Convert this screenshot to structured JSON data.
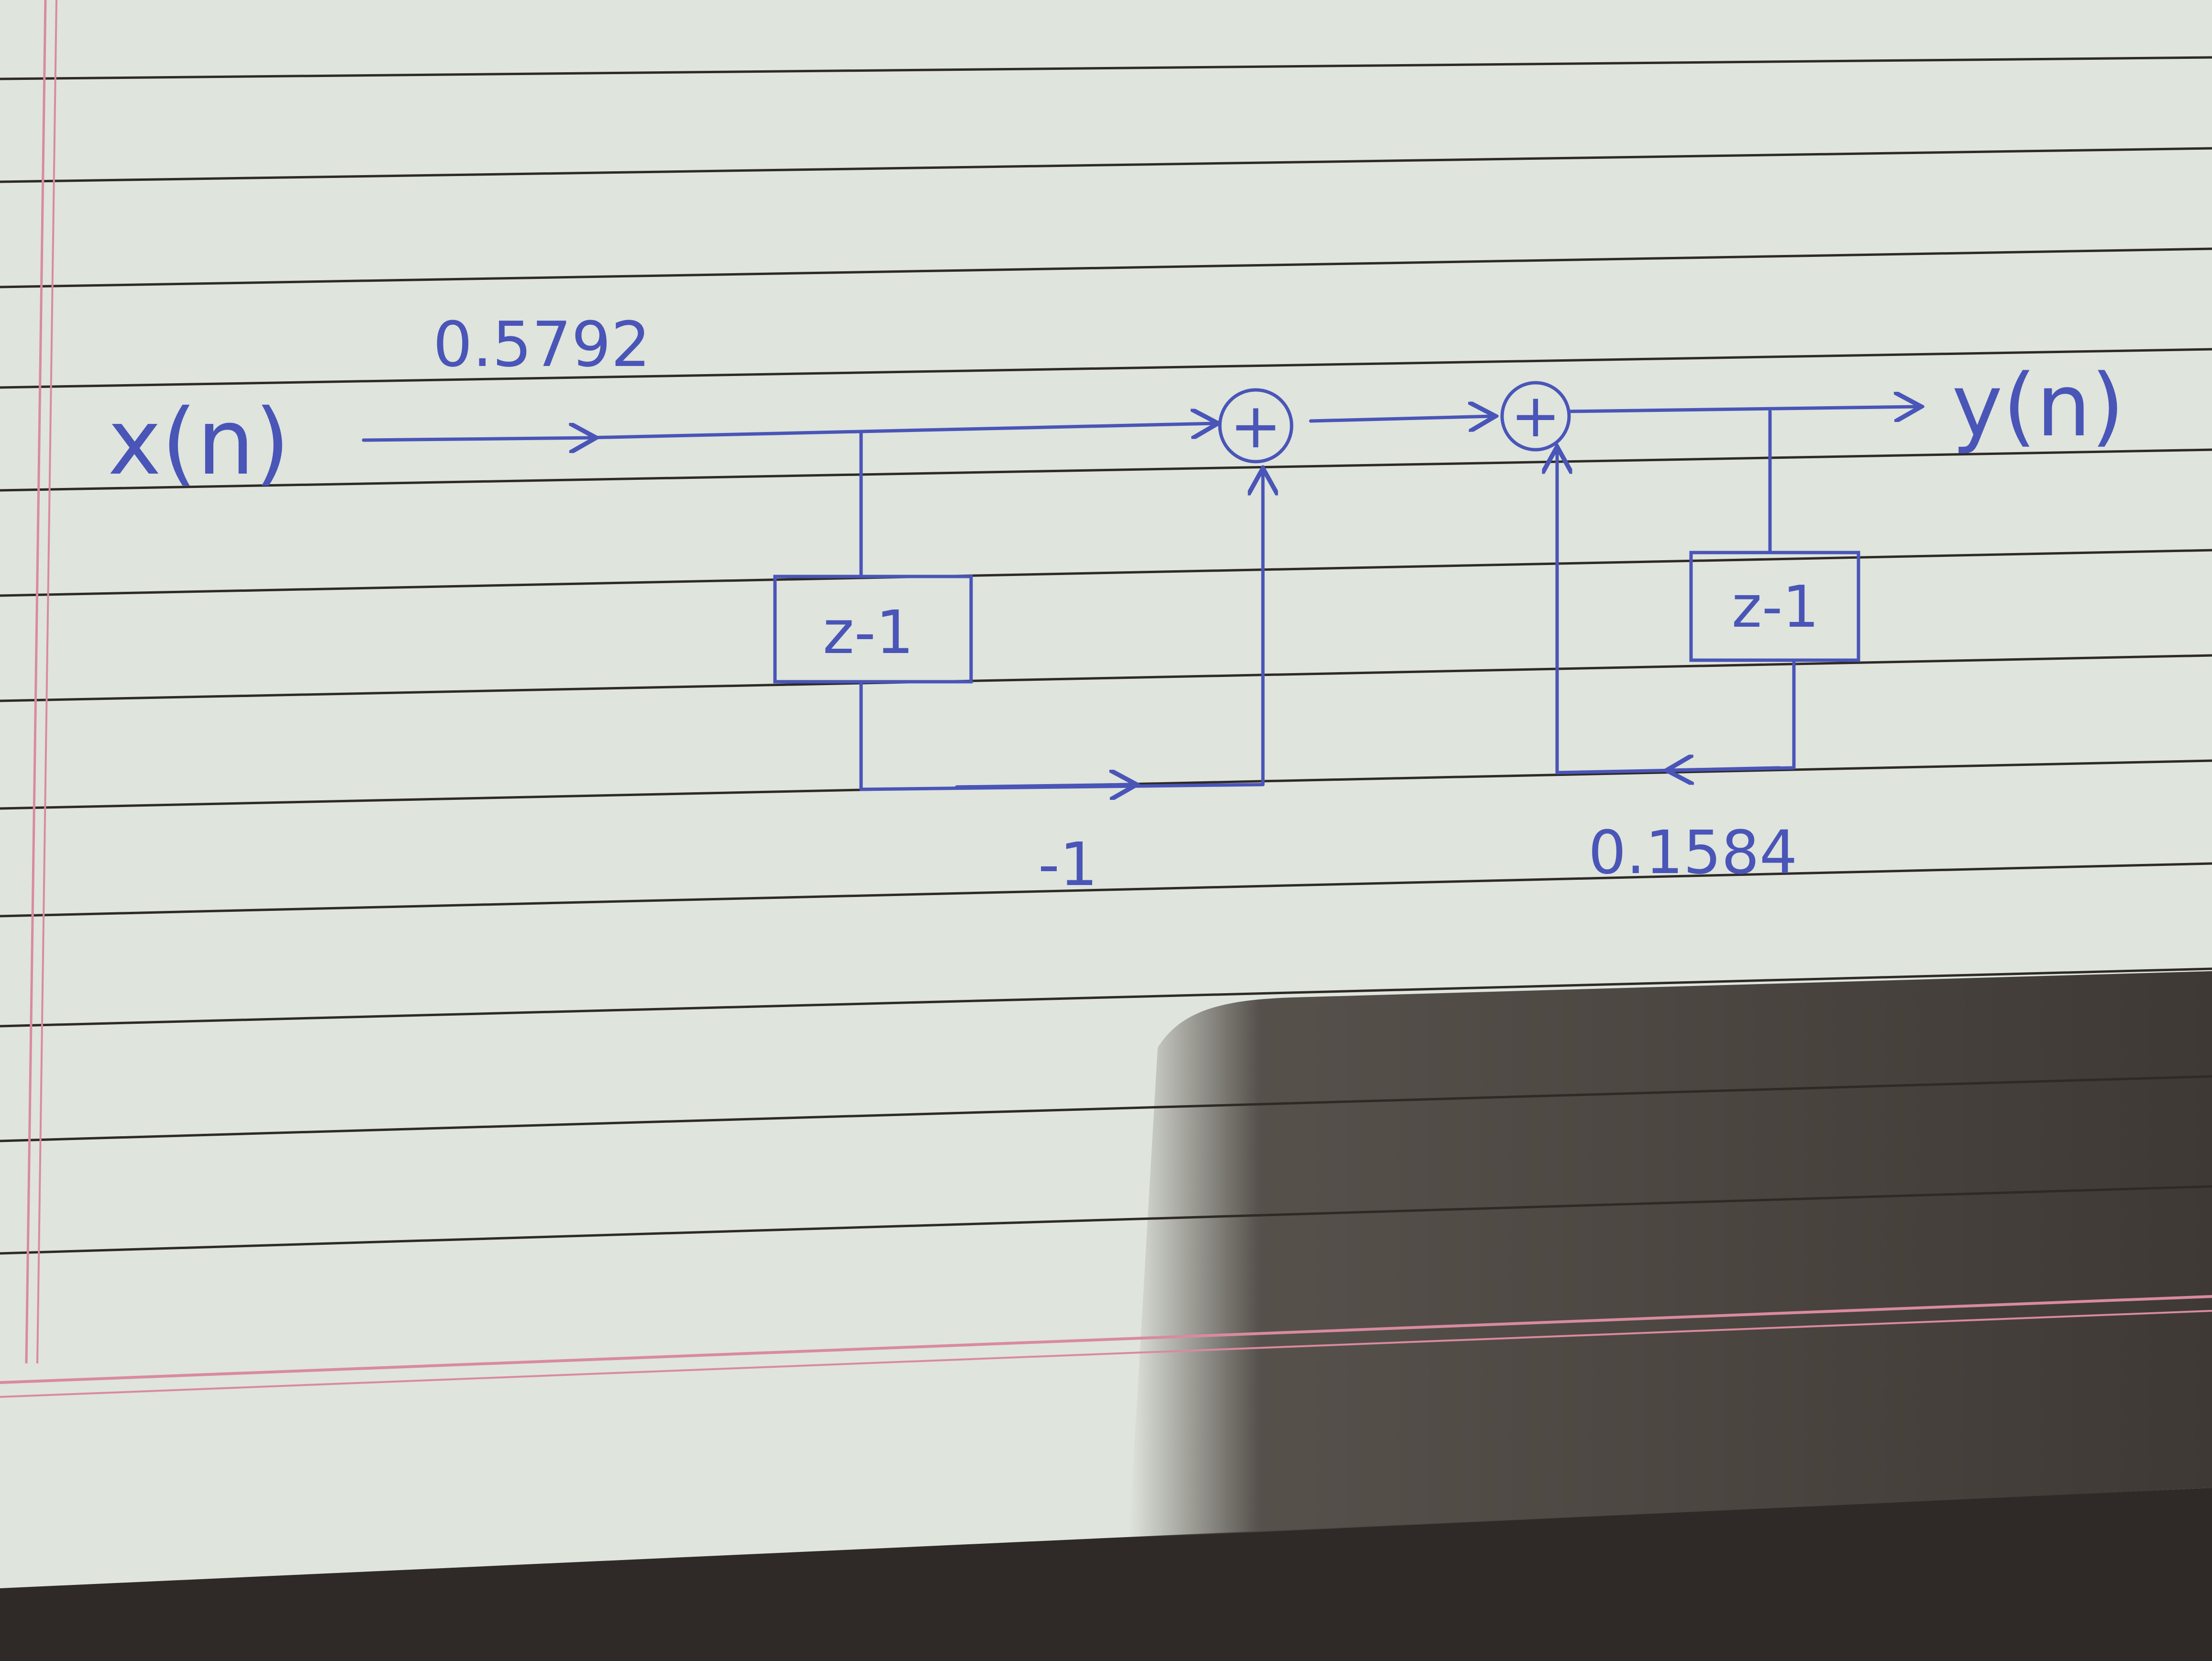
{
  "diagram": {
    "input_label": "x(n)",
    "output_label": "y(n)",
    "gain_input": "0.5792",
    "gain_feedforward": "-1",
    "gain_feedback": "0.1584",
    "delay_1": "z-1",
    "delay_2": "z-1",
    "adder_1_symbol": "+",
    "adder_2_symbol": "+"
  },
  "colors": {
    "ink": "#4a55b8",
    "paper": "#dfe4dc",
    "margin_line": "#d98aa0",
    "shadow": "#4a4540"
  }
}
